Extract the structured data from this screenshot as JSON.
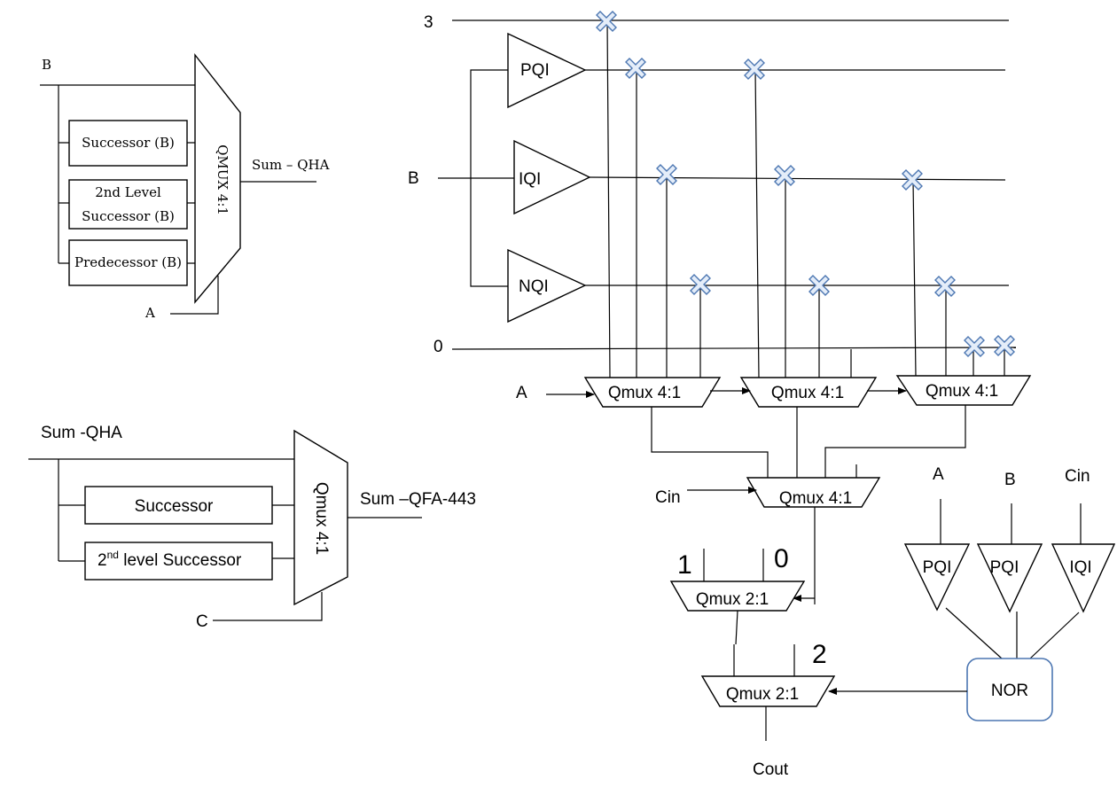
{
  "qha": {
    "input_b": "B",
    "input_a": "A",
    "blocks": [
      "Successor (B)",
      "2nd Level",
      "Successor (B)",
      "Predecessor (B)"
    ],
    "mux": "QMUX 4:1",
    "output": "Sum – QHA"
  },
  "qfa": {
    "input": "Sum -QHA",
    "block_successor": "Successor",
    "block_2nd_sup": "nd",
    "block_2nd_num": "2",
    "block_2nd_rest": " level Successor",
    "mux": "Qmux 4:1",
    "output": "Sum –QFA-443",
    "select": "C"
  },
  "carry": {
    "rail_3": "3",
    "rail_b": "B",
    "rail_0": "0",
    "input_a": "A",
    "input_cin": "Cin",
    "pqi": "PQI",
    "iqi": "IQI",
    "nqi": "NQI",
    "mux4": "Qmux 4:1",
    "mux2": "Qmux 2:1",
    "const_1": "1",
    "const_0": "0",
    "const_2": "2",
    "nor_in_a": "A",
    "nor_in_b": "B",
    "nor_in_cin": "Cin",
    "nor_gate_1": "PQI",
    "nor_gate_2": "PQI",
    "nor_gate_3": "IQI",
    "nor": "NOR",
    "output": "Cout"
  },
  "colors": {
    "wire": "#000000",
    "cross_fill": "#e4edf9",
    "cross_stroke": "#4d77b2",
    "nor_stroke": "#4d77b2"
  }
}
